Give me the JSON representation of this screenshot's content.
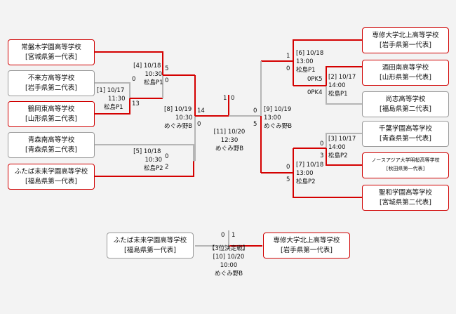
{
  "teams": [
    {
      "name": "常盤木学園高等学校",
      "pref": "[宮城県第一代表]"
    },
    {
      "name": "不来方高等学校",
      "pref": "[岩手県第二代表]"
    },
    {
      "name": "鶴岡東高等学校",
      "pref": "[山形県第二代表]"
    },
    {
      "name": "青森南高等学校",
      "pref": "[青森県第二代表]"
    },
    {
      "name": "ふたば未来学園高等学校",
      "pref": "[福島県第一代表]"
    },
    {
      "name": "専修大学北上高等学校",
      "pref": "[岩手県第一代表]"
    },
    {
      "name": "酒田南高等学校",
      "pref": "[山形県第一代表]"
    },
    {
      "name": "尚志高等学校",
      "pref": "[福島県第二代表]"
    },
    {
      "name": "千葉学園高等学校",
      "pref": "[青森県第一代表]"
    },
    {
      "name": "ノースアジア大学明桜高等学校",
      "pref": "[秋田県第一代表]"
    },
    {
      "name": "聖和学園高等学校",
      "pref": "[宮城県第二代表]"
    },
    {
      "name": "ふたば未来学園高等学校",
      "pref": "[福島県第一代表]"
    },
    {
      "name": "専修大学北上高等学校",
      "pref": "[岩手県第一代表]"
    }
  ],
  "matches": {
    "m1": [
      "[1] 10/17",
      "11:30",
      "松島P1"
    ],
    "m2": [
      "[2] 10/17",
      "14:00",
      "松島P1"
    ],
    "m3": [
      "[3] 10/17",
      "14:00",
      "松島P2"
    ],
    "m4": [
      "[4] 10/18",
      "10:30",
      "松島P1"
    ],
    "m5": [
      "[5] 10/18",
      "10:30",
      "松島P2"
    ],
    "m6": [
      "[6] 10/18",
      "13:00",
      "松島P1"
    ],
    "m7": [
      "[7] 10/18",
      "13:00",
      "松島P2"
    ],
    "m8": [
      "[8] 10/19",
      "10:30",
      "めぐみ野B"
    ],
    "m9": [
      "[9] 10/19",
      "13:00",
      "めぐみ野B"
    ],
    "m11": [
      "[11] 10/20",
      "12:30",
      "めぐみ野B"
    ],
    "third": [
      "【3位決定戦】",
      "[10] 10/20",
      "10:00",
      "めぐみ野B"
    ]
  },
  "scores": {
    "m1": [
      "0",
      "13"
    ],
    "m2_pk": [
      "0PK5",
      "0PK4"
    ],
    "m3": [
      "0",
      "3"
    ],
    "m4": [
      "5",
      "0"
    ],
    "m5": [
      "0",
      "2"
    ],
    "m6": [
      "1",
      "0"
    ],
    "m7": [
      "0",
      "5"
    ],
    "m8": [
      "14",
      "0"
    ],
    "m9": [
      "0",
      "5"
    ],
    "final": [
      "1",
      "0"
    ],
    "third": [
      "0",
      "1"
    ]
  },
  "colors": {
    "win": "#d40000",
    "line": "#b5b5b5",
    "background": "#f3f3f3"
  }
}
